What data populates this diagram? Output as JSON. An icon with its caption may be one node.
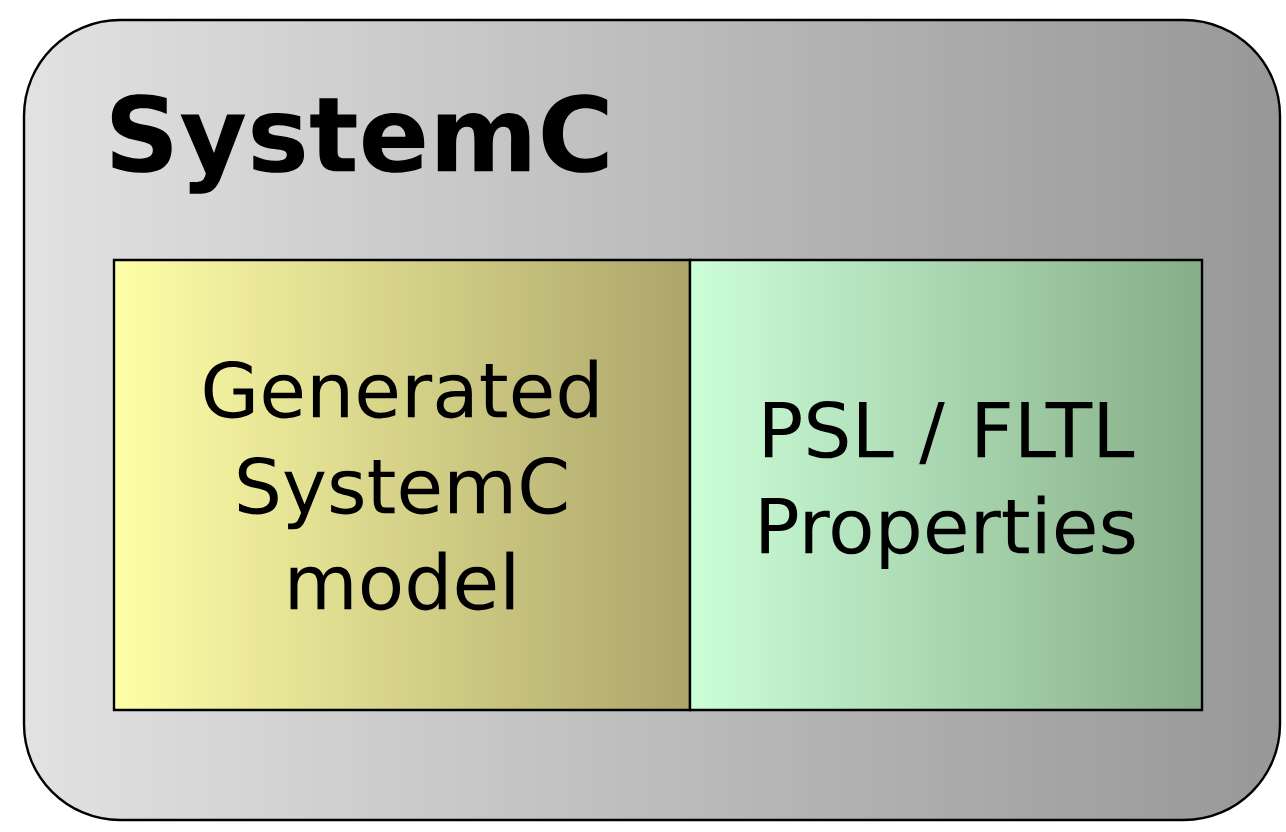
{
  "diagram": {
    "nodes": [
      {
        "text": [
          "SystemC"
        ]
      },
      {
        "text": [
          "Generated SystemC model"
        ],
        "in": 0
      },
      {
        "text": [
          "PSL / FLTL Properties"
        ],
        "in": 0
      }
    ]
  }
}
